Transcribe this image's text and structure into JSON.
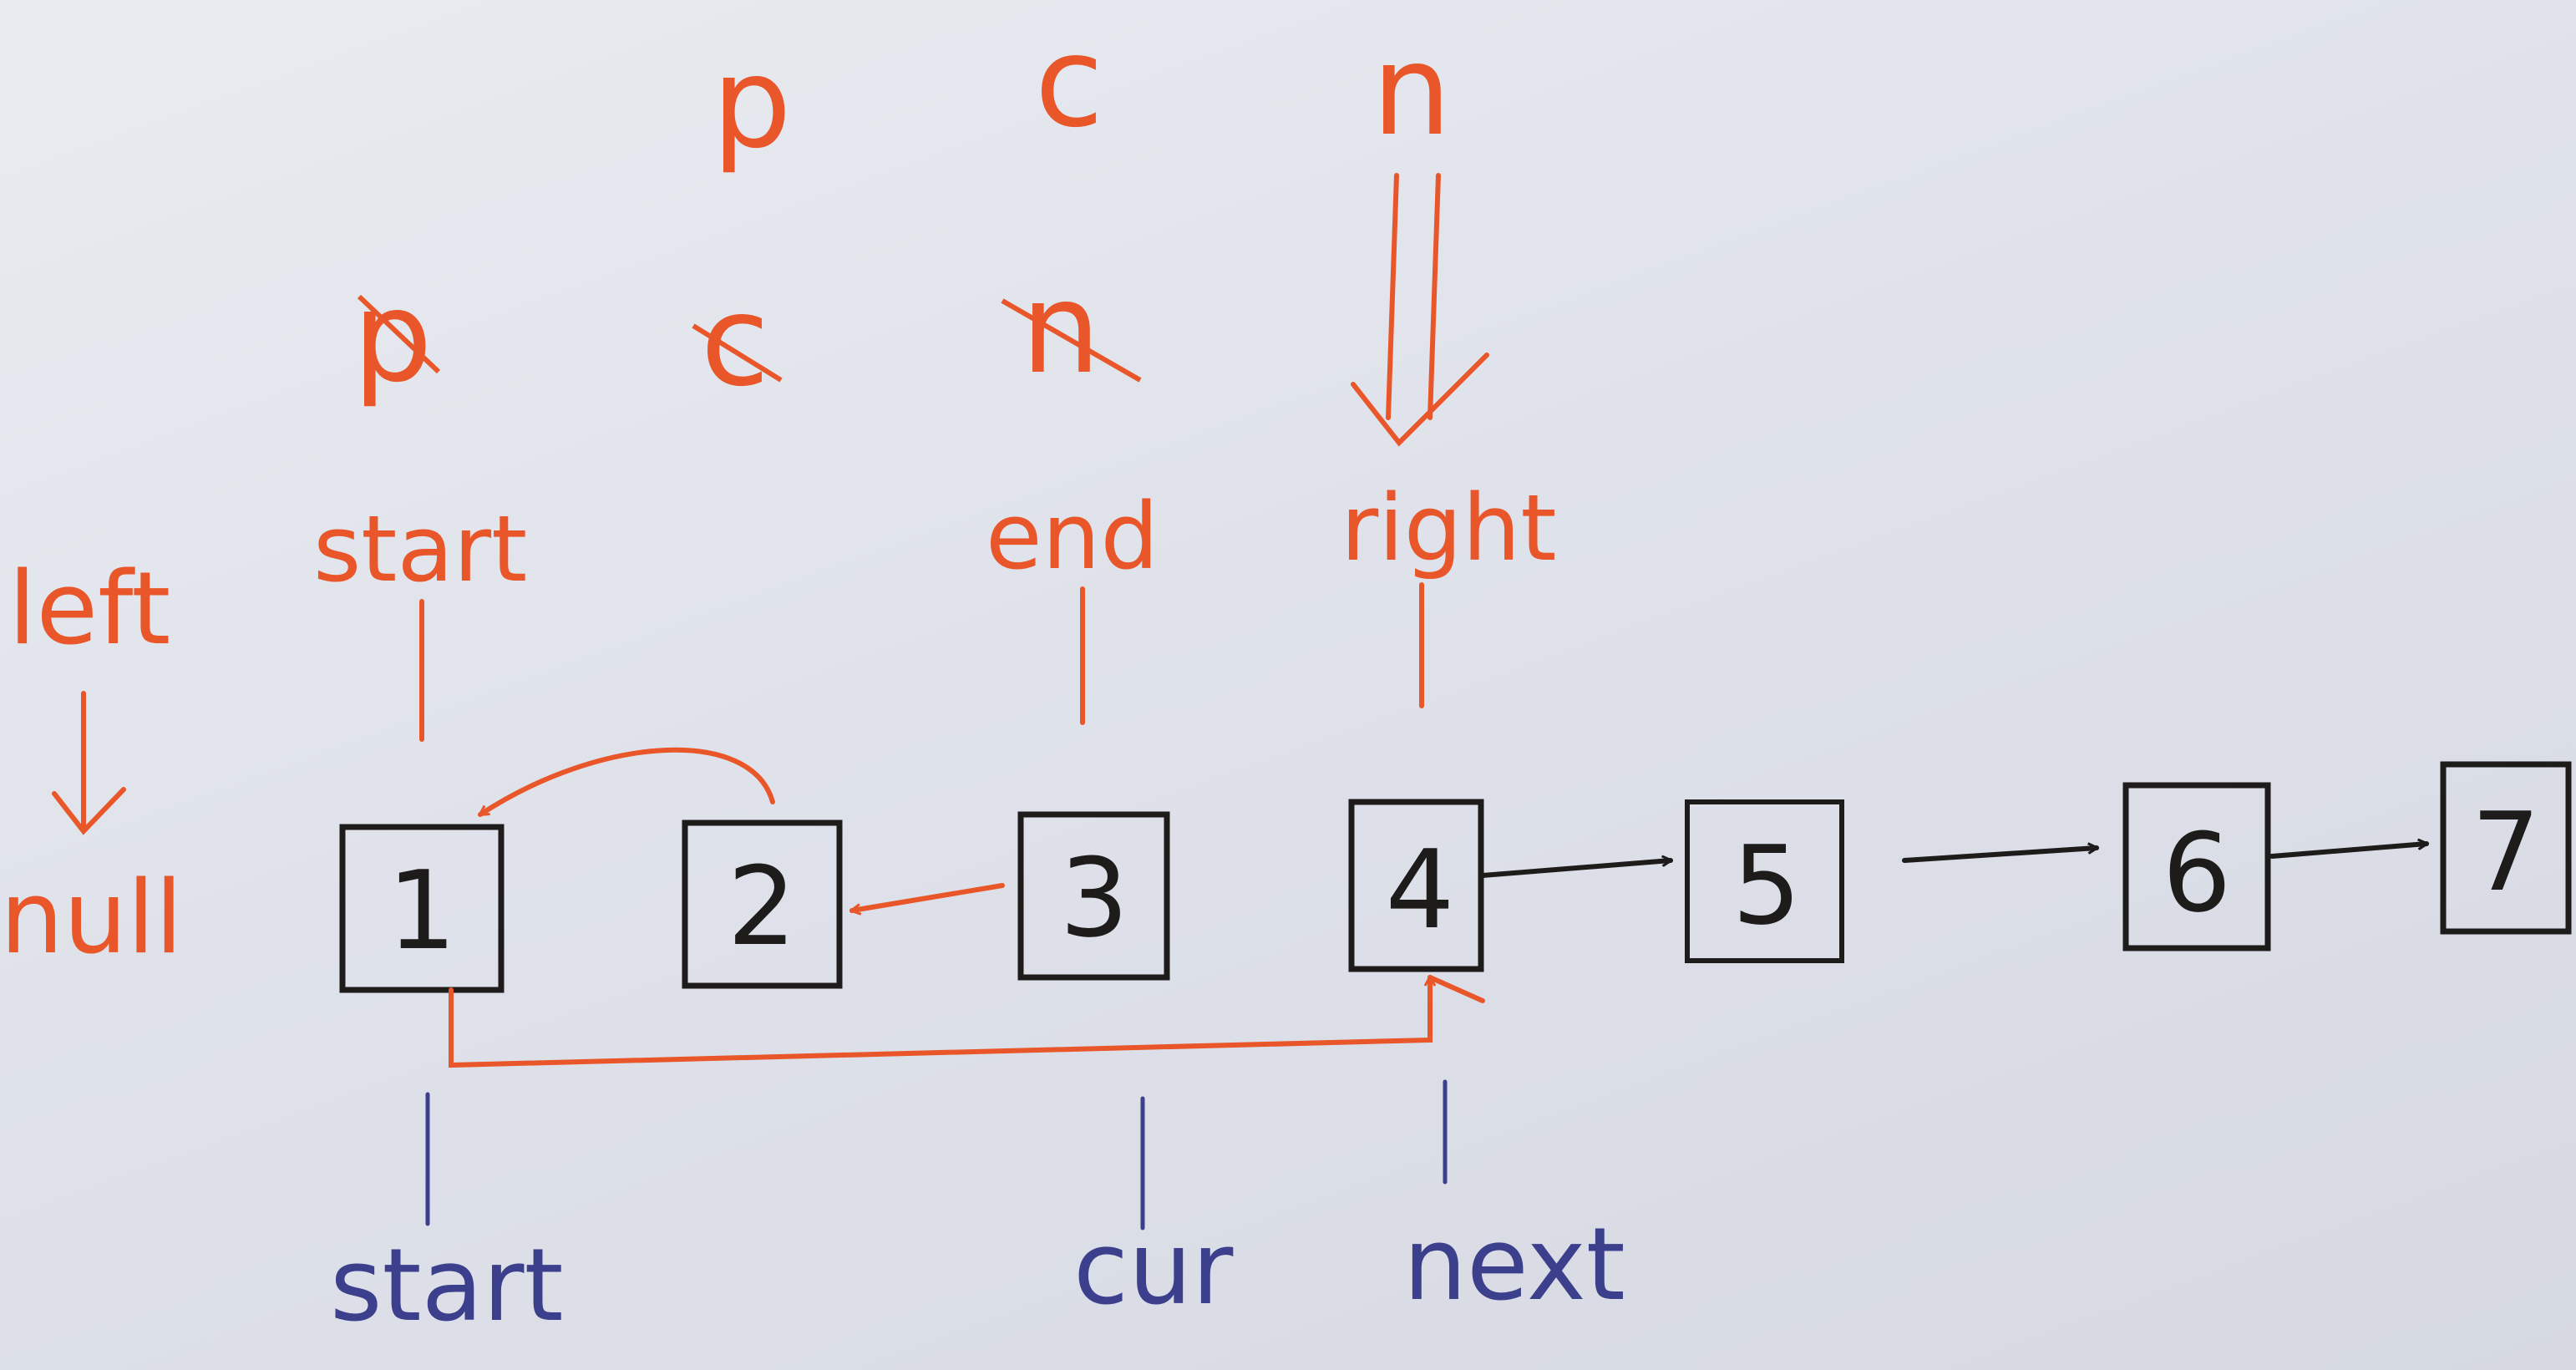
{
  "colors": {
    "red": "#e8562a",
    "black": "#1e1b1b",
    "blue": "#3b3f8c"
  },
  "top_letters": {
    "p": "p",
    "c": "c",
    "n": "n"
  },
  "crossed_letters": {
    "p": "p",
    "c": "c",
    "n": "n"
  },
  "pointer_labels": {
    "left": "left",
    "start_top": "start",
    "end": "end",
    "right": "right",
    "null": "null"
  },
  "nodes": [
    "1",
    "2",
    "3",
    "4",
    "5",
    "6",
    "7"
  ],
  "bottom_labels": {
    "start": "start",
    "cur": "cur",
    "next": "next"
  }
}
